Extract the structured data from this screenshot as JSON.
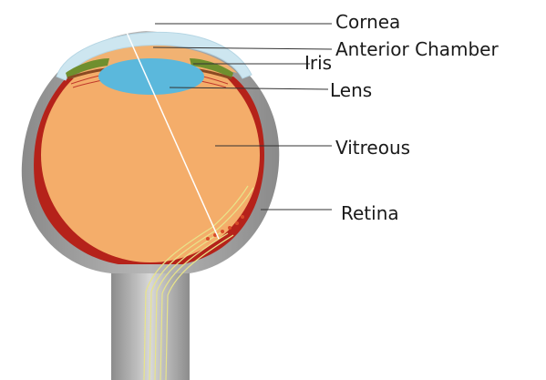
{
  "diagram": {
    "labels": {
      "cornea": "Cornea",
      "anterior_chamber": "Anterior Chamber",
      "iris": "Iris",
      "lens": "Lens",
      "vitreous": "Vitreous",
      "retina": "Retina"
    },
    "colors": {
      "vitreous_fill": "#f4ad6a",
      "cornea_fill": "#cde6f0",
      "lens_fill": "#5bb8dc",
      "retina_red": "#b5221a",
      "sclera_gray": "#9a9a9a",
      "iris_green": "#6f8f2e",
      "iris_brown": "#8b4a22",
      "nerve_yellow": "#e8e48a",
      "leader_line": "#333333"
    }
  }
}
